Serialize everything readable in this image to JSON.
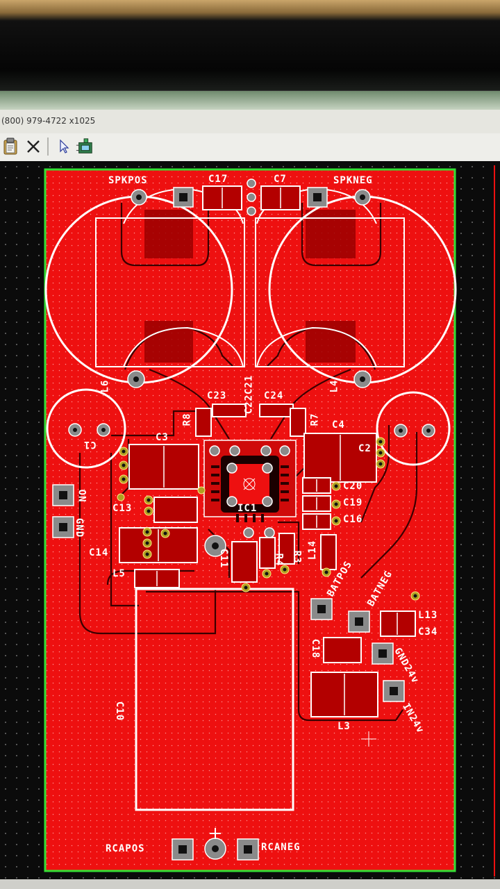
{
  "window": {
    "address_text": "(800) 979-4722 x1025"
  },
  "toolbar": {
    "icons": [
      "clipboard-icon",
      "delete-x-icon",
      "select-arrow-icon",
      "component-icon"
    ]
  },
  "board": {
    "fill_color": "#ee1010",
    "outline_color": "#35e035",
    "silk_color": "#ffffff",
    "labels": {
      "spkpos": "SPKPOS",
      "c17": "C17",
      "c7": "C7",
      "spkneg": "SPKNEG",
      "l6": "L6",
      "l4": "L4",
      "c23": "C23",
      "c22c21": "C22C21",
      "c24": "C24",
      "r8": "R8",
      "r7": "R7",
      "c3": "C3",
      "c4": "C4",
      "c2": "C2",
      "c1": "C1",
      "ic1": "IC1",
      "on": "ON",
      "gnd": "GND",
      "c13": "C13",
      "c14": "C14",
      "c20": "C20",
      "c19": "C19",
      "c16": "C16",
      "l5": "L5",
      "c11": "C11",
      "r4": "R4",
      "r3": "R3",
      "l14": "L14",
      "batpos": "BATPOS",
      "batneg": "BATNEG",
      "l13": "L13",
      "c34": "C34",
      "c18": "C18",
      "gnd24v": "GND24v",
      "in24v": "IN24v",
      "l3": "L3",
      "c10": "C10",
      "rcapos": "RCAPOS",
      "rcaneg": "RCANEG",
      "plus": "+"
    }
  }
}
